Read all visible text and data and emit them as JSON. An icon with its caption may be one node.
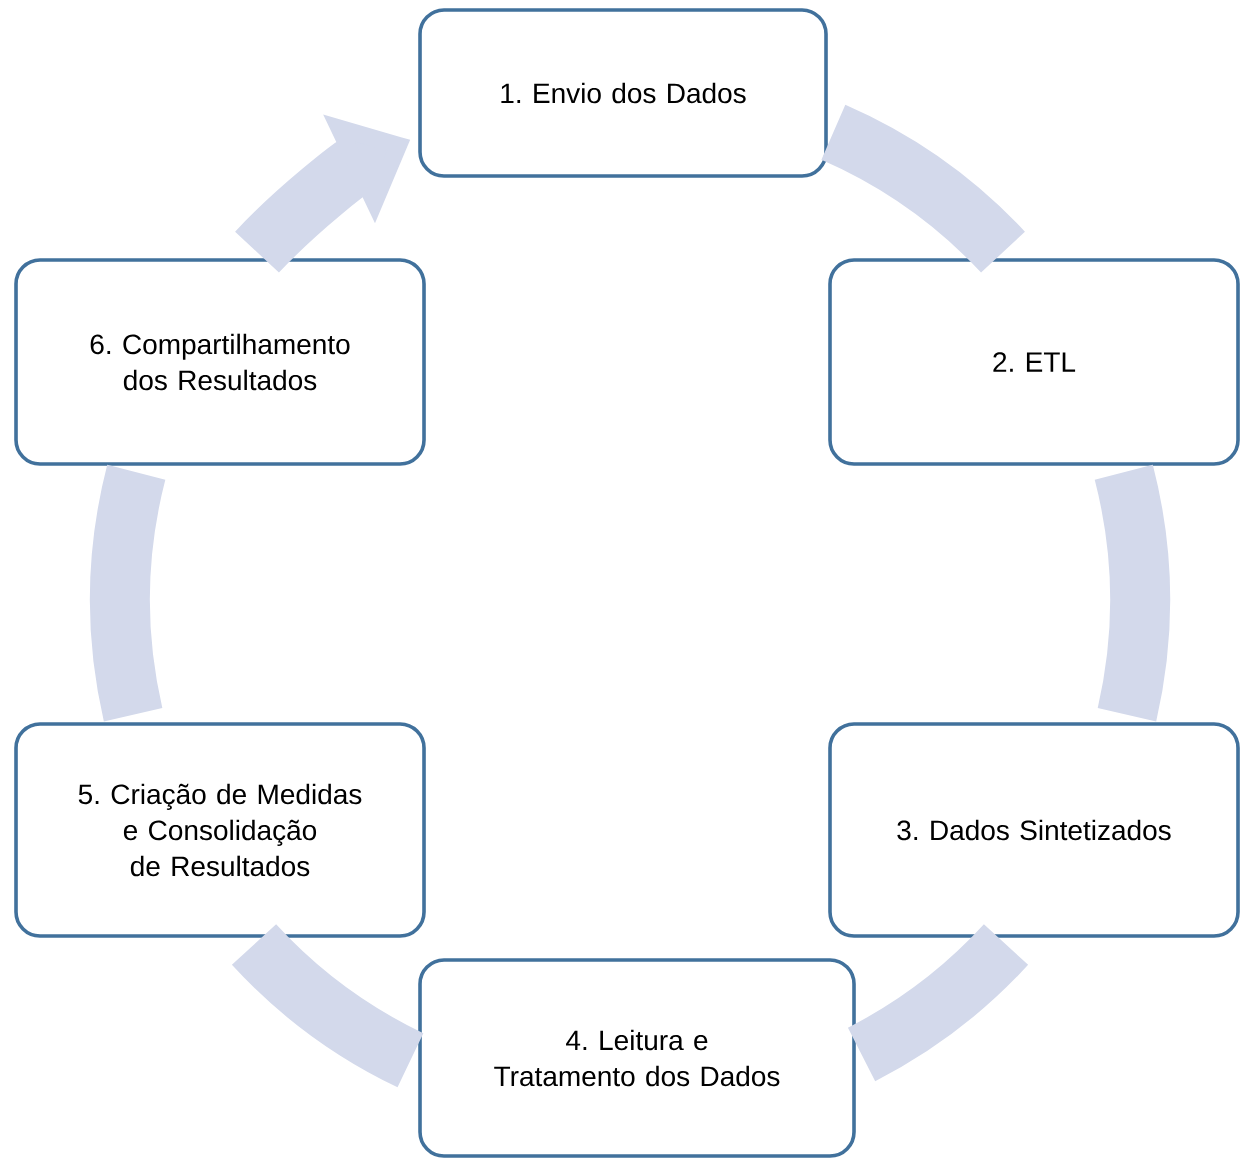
{
  "diagram": {
    "nodes": [
      {
        "text": [
          "1. Envio dos Dados"
        ]
      },
      {
        "text": [
          "2. ETL"
        ]
      },
      {
        "text": [
          "3. Dados Sintetizados"
        ]
      },
      {
        "text": [
          "4. Leitura e Tratamento dos Dados"
        ]
      },
      {
        "text": [
          "5. Criação de Medidas e Consolidação de Resultados"
        ]
      },
      {
        "text": [
          "6. Compartilhamento dos Resultados"
        ]
      }
    ],
    "edges": [
      {
        "from": 0,
        "to": 1,
        "arrow": "none"
      },
      {
        "from": 1,
        "to": 2,
        "arrow": "none"
      },
      {
        "from": 2,
        "to": 3,
        "arrow": "none"
      },
      {
        "from": 3,
        "to": 4,
        "arrow": "none"
      },
      {
        "from": 4,
        "to": 5,
        "arrow": "none"
      },
      {
        "from": 5,
        "to": 0,
        "arrow": "to"
      }
    ]
  }
}
